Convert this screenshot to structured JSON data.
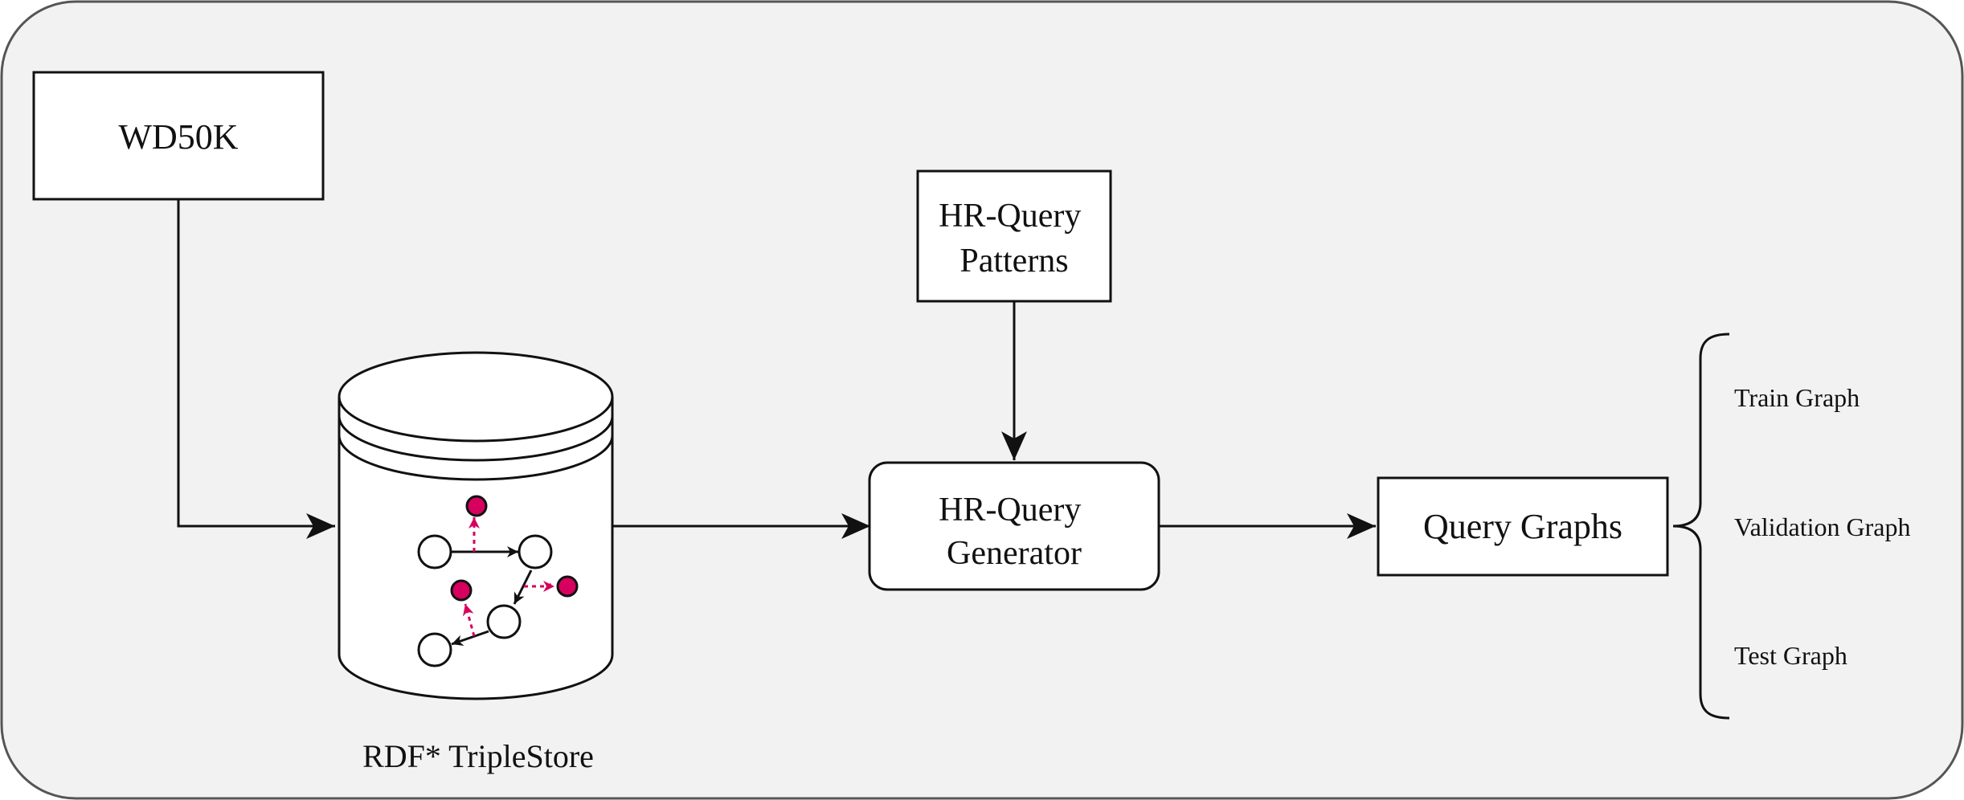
{
  "nodes": {
    "source": "WD50K",
    "patterns": [
      "HR-Query",
      "Patterns"
    ],
    "generator": [
      "HR-Query",
      "Generator"
    ],
    "store": "RDF* TripleStore",
    "output": "Query Graphs"
  },
  "splits": [
    "Train Graph",
    "Validation Graph",
    "Test Graph"
  ],
  "colors": {
    "background": "#f2f2f2",
    "stroke": "#111111",
    "qualifier": "#d6005e",
    "node_fill": "#ffffff"
  }
}
